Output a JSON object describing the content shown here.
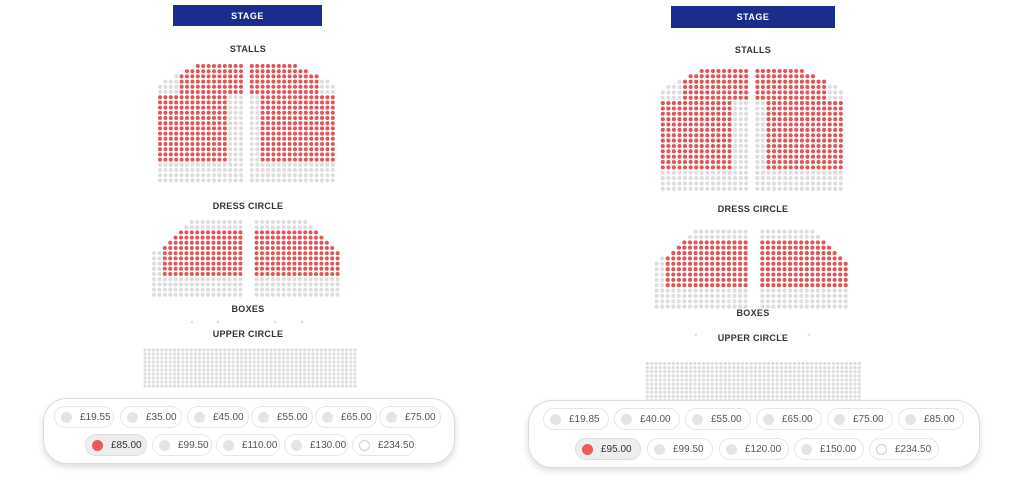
{
  "colors": {
    "stage": "#1b2d8c",
    "seat_available": "#e05555",
    "seat_unavailable": "#dddddd",
    "selected_dot": "#ee5a57"
  },
  "plans": [
    {
      "stage_label": "STAGE",
      "sections": {
        "stalls": "STALLS",
        "dress_circle": "DRESS CIRCLE",
        "boxes": "BOXES",
        "upper_circle": "UPPER CIRCLE"
      },
      "selected_price": "£85.00",
      "price_rows": [
        [
          "£19.55",
          "£35.00",
          "£45.00",
          "£55.00",
          "£65.00",
          "£75.00"
        ],
        [
          "£85.00",
          "£99.50",
          "£110.00",
          "£130.00",
          "£234.50"
        ]
      ]
    },
    {
      "stage_label": "STAGE",
      "sections": {
        "stalls": "STALLS",
        "dress_circle": "DRESS CIRCLE",
        "boxes": "BOXES",
        "upper_circle": "UPPER CIRCLE"
      },
      "selected_price": "£95.00",
      "price_rows": [
        [
          "£19.85",
          "£40.00",
          "£55.00",
          "£65.00",
          "£75.00",
          "£85.00"
        ],
        [
          "£95.00",
          "£99.50",
          "£120.00",
          "£150.00",
          "£234.50"
        ]
      ]
    }
  ]
}
